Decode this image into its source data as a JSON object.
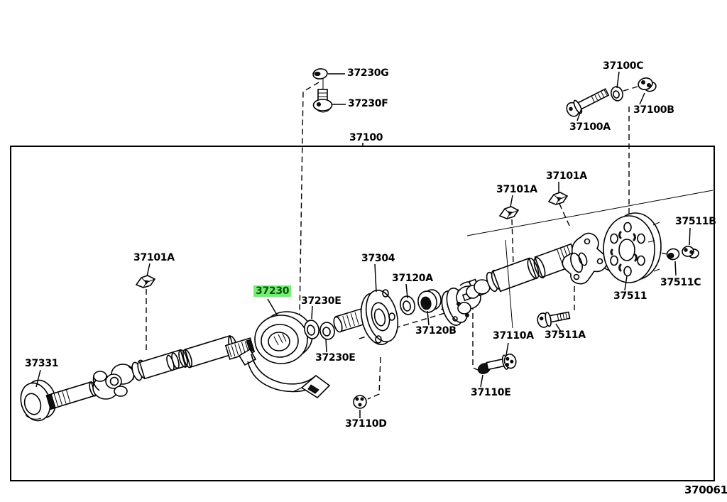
{
  "page": {
    "background": "#ffffff",
    "type": "exploded-parts-diagram",
    "assembly_number": "37100",
    "figure_code": "370061",
    "highlighted_part": "37230"
  },
  "colors": {
    "line": "#000000",
    "highlight_background": "#74ed74",
    "highlight_text": "#0d4f0d"
  },
  "labels": [
    {
      "text": "37230G"
    },
    {
      "text": "37230F"
    },
    {
      "text": "37100"
    },
    {
      "text": "37100C"
    },
    {
      "text": "37100A"
    },
    {
      "text": "37100B"
    },
    {
      "text": "37101A"
    },
    {
      "text": "37101A"
    },
    {
      "text": "37101A"
    },
    {
      "text": "37331"
    },
    {
      "text": "37230",
      "highlighted": true
    },
    {
      "text": "37230E"
    },
    {
      "text": "37230E"
    },
    {
      "text": "37304"
    },
    {
      "text": "37120A"
    },
    {
      "text": "37120B"
    },
    {
      "text": "37110A"
    },
    {
      "text": "37110E"
    },
    {
      "text": "37511A"
    },
    {
      "text": "37511"
    },
    {
      "text": "37511B"
    },
    {
      "text": "37511C"
    },
    {
      "text": "37110D"
    }
  ],
  "icons": {
    "nut-icon": "hex nut glyph (37230G, 37100B, 37110D, 37511B, 37511C)",
    "bolt-icon": "flange bolt glyph (37230F, 37100A, 37110A, 37511A)",
    "washer-icon": "ring washer glyph (37100C, 37230E, 37120A)",
    "bearing-icon": "roller bearing glyph (37120B)",
    "clip-icon": "spacer clip glyph (37101A)",
    "plug-icon": "rubber plug glyph (37110E)"
  }
}
